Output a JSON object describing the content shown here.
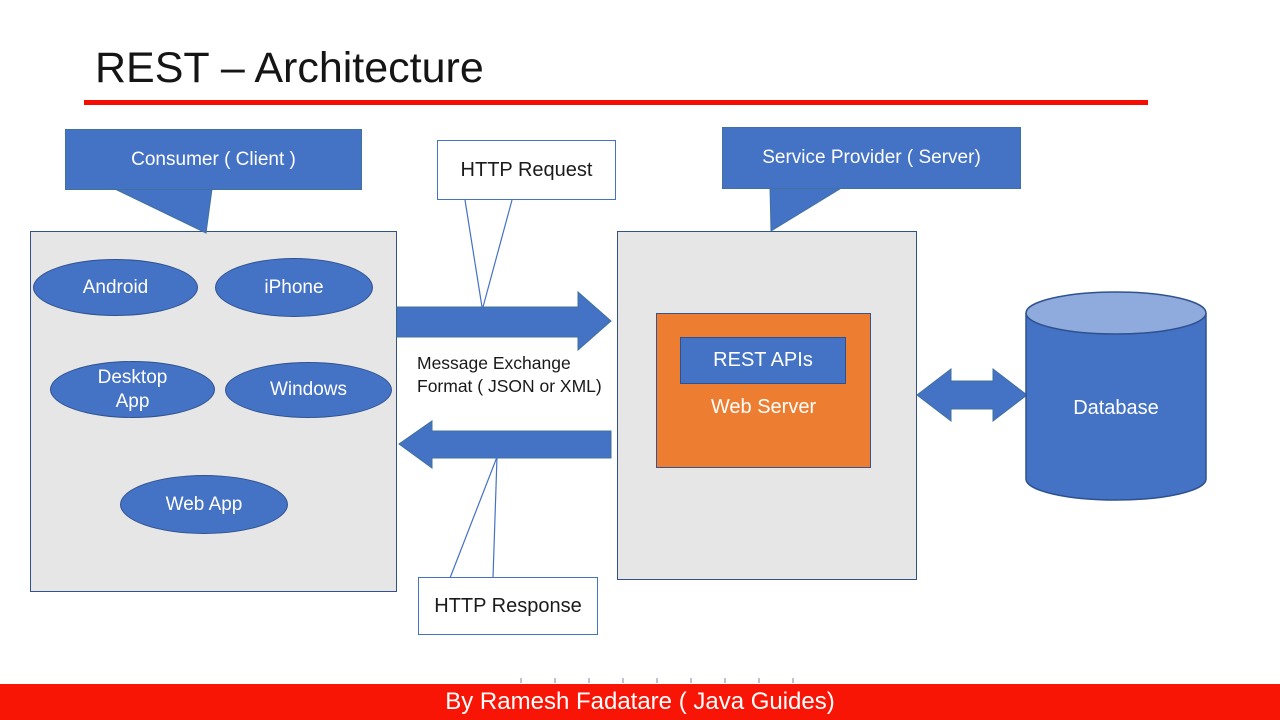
{
  "title": "REST – Architecture",
  "callouts": {
    "consumer": "Consumer ( Client )",
    "provider": "Service Provider ( Server)"
  },
  "flow": {
    "http_request": "HTTP Request",
    "http_response": "HTTP Response",
    "message_exchange_line1": "Message Exchange",
    "message_exchange_line2": "Format ( JSON or XML)"
  },
  "client_panel": {
    "items": [
      "Android",
      "iPhone",
      "Desktop App",
      "Windows",
      "Web App"
    ]
  },
  "server_panel": {
    "rest_apis": "REST APIs",
    "web_server": "Web Server"
  },
  "database": {
    "label": "Database"
  },
  "footer": {
    "credit": "By Ramesh Fadatare ( Java Guides)"
  },
  "colors": {
    "accent_blue": "#4472C4",
    "accent_blue_dark": "#2F528F",
    "db_top_blue": "#8FAADC",
    "orange": "#ED7D31",
    "panel_gray": "#E6E6E6",
    "red": "#F91505"
  }
}
